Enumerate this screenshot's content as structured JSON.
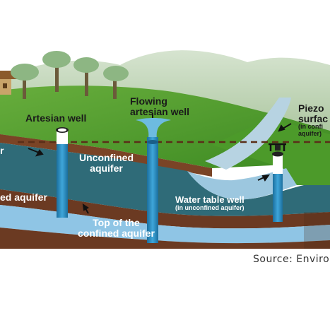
{
  "labels": {
    "artesian_well": "Artesian well",
    "flowing_artesian_well_1": "Flowing",
    "flowing_artesian_well_2": "artesian well",
    "piezometric_1": "Piezo",
    "piezometric_2": "surfac",
    "piezometric_3": "(in confi",
    "piezometric_4": "aquifer)",
    "confined_cut_1": "r",
    "confined_cut_2": "ed aquifer",
    "unconfined_1": "Unconfined",
    "unconfined_2": "aquifer",
    "top_confined_1": "Top of the",
    "top_confined_2": "confined aquifer",
    "water_table_well": "Water table well",
    "water_table_sub": "(in unconfined aquifer)",
    "source": "Source: Enviro"
  },
  "colors": {
    "sky": "#ffffff",
    "grass": "#4f9a2c",
    "hills": "#bcd2b4",
    "soil": "#6b3a22",
    "unconfined_water": "#2f6b78",
    "confined_water": "#8fc5e5",
    "well_blue": "#2a8fc7"
  }
}
